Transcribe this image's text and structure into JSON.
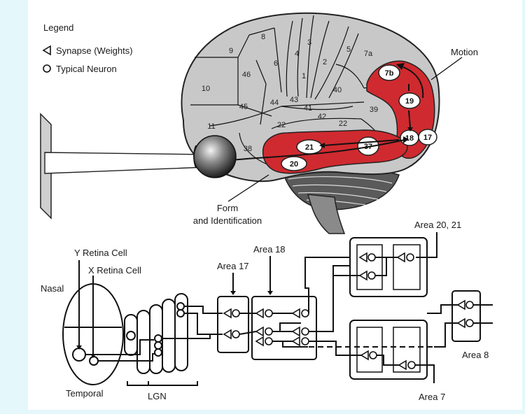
{
  "legend": {
    "title": "Legend",
    "synapse": "Synapse (Weights)",
    "neuron": "Typical Neuron"
  },
  "brain": {
    "areas": [
      "8",
      "9",
      "4",
      "3",
      "5",
      "7a",
      "6",
      "2",
      "46",
      "1",
      "10",
      "40",
      "44",
      "43",
      "45",
      "41",
      "39",
      "42",
      "22",
      "22",
      "11",
      "38"
    ],
    "highlight_areas": [
      "7b",
      "19",
      "18",
      "17",
      "21",
      "37",
      "20"
    ],
    "highlight_color": "#cf2a2f",
    "cortex_color": "#c8c8c8",
    "motion_label": "Motion",
    "form_label_1": "Form",
    "form_label_2": "and Identification"
  },
  "circuit": {
    "y_retina": "Y Retina Cell",
    "x_retina": "X Retina Cell",
    "nasal": "Nasal",
    "temporal": "Temporal",
    "lgn": "LGN",
    "area17": "Area 17",
    "area18": "Area 18",
    "area20_21": "Area 20, 21",
    "area8": "Area 8",
    "area7": "Area 7"
  }
}
